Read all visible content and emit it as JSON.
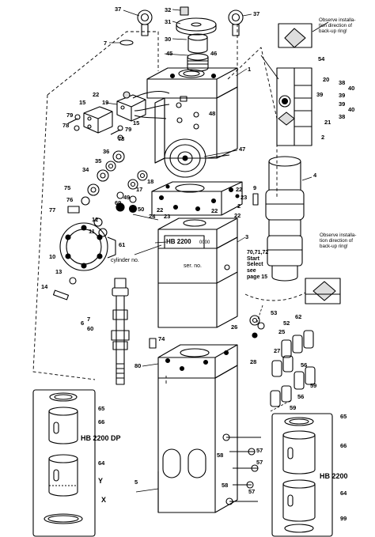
{
  "notes": {
    "top_right": "Observe installa-\ntion direction of\nback-up ring!",
    "mid_right": "Observe installa-\ntion direction of\nback-up ring!",
    "cylinder_no": "cylinder no.",
    "ser_no": "ser. no.",
    "start_select": "70,71,72\nStart\nSelect\nsee\npage 15",
    "plate_text": "HB 2200",
    "plate_serial": "0000",
    "kit_left_title": "HB 2200 DP",
    "kit_right_title": "HB 2200"
  },
  "part_numbers": {
    "p37a": "37",
    "p37b": "37",
    "p32": "32",
    "p31": "31",
    "p7": "7",
    "p30": "30",
    "p45": "45",
    "p46": "46",
    "p1": "1",
    "p19": "19",
    "p22a": "22",
    "p15a": "15",
    "p15b": "15",
    "p79a": "79",
    "p78a": "78",
    "p79b": "79",
    "p78b": "78",
    "p48": "48",
    "p47": "47",
    "p36": "36",
    "p35": "35",
    "p34": "34",
    "p18": "18",
    "p75": "75",
    "p76": "76",
    "p77": "77",
    "p17": "17",
    "p49": "49",
    "p69": "69",
    "p50": "50",
    "p12": "12",
    "p11": "11",
    "p61": "61",
    "p10": "10",
    "p13": "13",
    "p14": "14",
    "p22b": "22",
    "p23a": "23",
    "p23b": "23",
    "p24": "24",
    "p22c": "22",
    "p22d": "22",
    "p22e": "22",
    "p2a": "2",
    "p9": "9",
    "p3": "3",
    "p4": "4",
    "p54": "54",
    "p20": "20",
    "p39a": "39",
    "p38a": "38",
    "p40a": "40",
    "p39b": "39",
    "p39c": "39",
    "p40b": "40",
    "p38b": "38",
    "p21": "21",
    "p2b": "2",
    "p6": "6",
    "p7b": "7",
    "p60": "60",
    "p74": "74",
    "p80": "80",
    "p53": "53",
    "p62": "62",
    "p52": "52",
    "p26": "26",
    "p25": "25",
    "p27": "27",
    "p28": "28",
    "p56a": "56",
    "p59a": "59",
    "p56b": "56",
    "p59b": "59",
    "p65a": "65",
    "p66a": "66",
    "p64a": "64",
    "pY": "Y",
    "pX": "X",
    "p5": "5",
    "p58a": "58",
    "p57a": "57",
    "p57b": "57",
    "p58b": "58",
    "p57c": "57",
    "p65b": "65",
    "p66b": "66",
    "p64b": "64",
    "p99": "99"
  },
  "colors": {
    "ink": "#000000",
    "paper": "#ffffff",
    "shade": "#cccccc"
  }
}
